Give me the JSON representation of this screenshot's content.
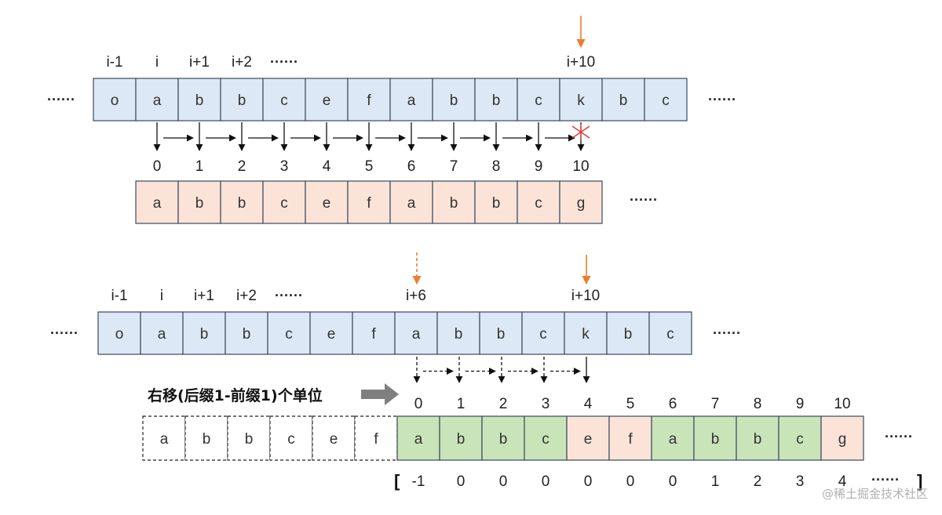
{
  "colors": {
    "blue_fill": "#dce8f5",
    "blue_stroke": "#3a4a5c",
    "pink_fill": "#fbe3d8",
    "green_fill": "#c9e4b8",
    "orange_arrow": "#ed7d31",
    "red_mark": "#e53935",
    "red_text": "#e53935"
  },
  "top": {
    "main_labels": [
      {
        "text": "i-1",
        "cell": 0
      },
      {
        "text": "i",
        "cell": 1
      },
      {
        "text": "i+1",
        "cell": 2
      },
      {
        "text": "i+2",
        "cell": 3
      },
      {
        "text": "······",
        "cell": 4
      },
      {
        "text": "i+10",
        "cell": 11
      }
    ],
    "main_cells": [
      "o",
      "a",
      "b",
      "b",
      "c",
      "e",
      "f",
      "a",
      "b",
      "b",
      "c",
      "k",
      "b",
      "c"
    ],
    "ellipsis_left": "······",
    "ellipsis_right": "······",
    "pattern_indices": [
      "0",
      "1",
      "2",
      "3",
      "4",
      "5",
      "6",
      "7",
      "8",
      "9",
      "10"
    ],
    "pattern_cells": [
      "a",
      "b",
      "b",
      "c",
      "e",
      "f",
      "a",
      "b",
      "b",
      "c",
      "g"
    ],
    "pattern_ellipsis": "······"
  },
  "bottom": {
    "main_labels": [
      {
        "text": "i-1",
        "cell": 0
      },
      {
        "text": "i",
        "cell": 1
      },
      {
        "text": "i+1",
        "cell": 2
      },
      {
        "text": "i+2",
        "cell": 3
      },
      {
        "text": "······",
        "cell": 4
      },
      {
        "text": "i+6",
        "cell": 7
      },
      {
        "text": "i+10",
        "cell": 11
      }
    ],
    "main_cells": [
      "o",
      "a",
      "b",
      "b",
      "c",
      "e",
      "f",
      "a",
      "b",
      "b",
      "c",
      "k",
      "b",
      "c"
    ],
    "ellipsis_left": "······",
    "ellipsis_right": "······",
    "shift_caption": "右移(后缀1-前缀1)个单位",
    "ghost_cells": [
      "a",
      "b",
      "b",
      "c",
      "e",
      "f"
    ],
    "pattern_indices": [
      "0",
      "1",
      "2",
      "3",
      "4",
      "5",
      "6",
      "7",
      "8",
      "9",
      "10"
    ],
    "pattern_cells": [
      "a",
      "b",
      "b",
      "c",
      "e",
      "f",
      "a",
      "b",
      "b",
      "c",
      "g"
    ],
    "pattern_colors": [
      "green",
      "green",
      "green",
      "green",
      "pink",
      "pink",
      "green",
      "green",
      "green",
      "green",
      "pink"
    ],
    "pattern_ellipsis": "······",
    "next_bracket_open": "[",
    "next_values": [
      "-1",
      "0",
      "0",
      "0",
      "0",
      "0",
      "0",
      "1",
      "2",
      "3",
      "4"
    ],
    "next_highlight_index": 10,
    "next_ellipsis": "······",
    "next_bracket_close": "]"
  },
  "watermark": "@稀土掘金技术社区"
}
